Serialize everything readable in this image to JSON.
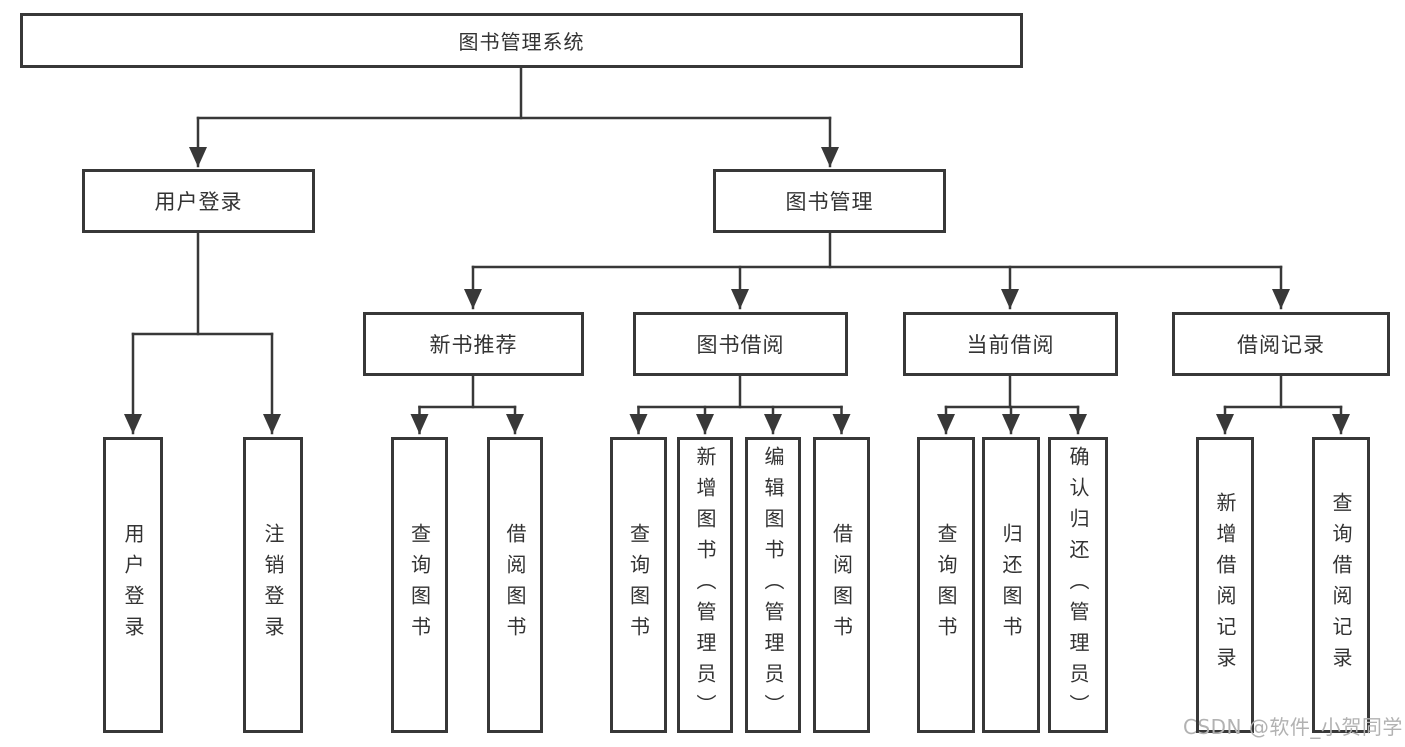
{
  "diagram": {
    "type": "tree",
    "tree": {
      "label": "图书管理系统",
      "children": [
        {
          "label": "用户登录",
          "children": [
            {
              "label": "用户登录"
            },
            {
              "label": "注销登录"
            }
          ]
        },
        {
          "label": "图书管理",
          "children": [
            {
              "label": "新书推荐",
              "children": [
                {
                  "label": "查询图书"
                },
                {
                  "label": "借阅图书"
                }
              ]
            },
            {
              "label": "图书借阅",
              "children": [
                {
                  "label": "查询图书"
                },
                {
                  "label": "新增图书（管理员）"
                },
                {
                  "label": "编辑图书（管理员）"
                },
                {
                  "label": "借阅图书"
                }
              ]
            },
            {
              "label": "当前借阅",
              "children": [
                {
                  "label": "查询图书"
                },
                {
                  "label": "归还图书"
                },
                {
                  "label": "确认归还（管理员）"
                }
              ]
            },
            {
              "label": "借阅记录",
              "children": [
                {
                  "label": "新增借阅记录"
                },
                {
                  "label": "查询借阅记录"
                }
              ]
            }
          ]
        }
      ]
    },
    "colors": {
      "line": "#383838",
      "text": "#333333",
      "background": "#ffffff",
      "watermark": "#b2b2b2"
    }
  },
  "watermark": "CSDN @软件_小贺同学"
}
